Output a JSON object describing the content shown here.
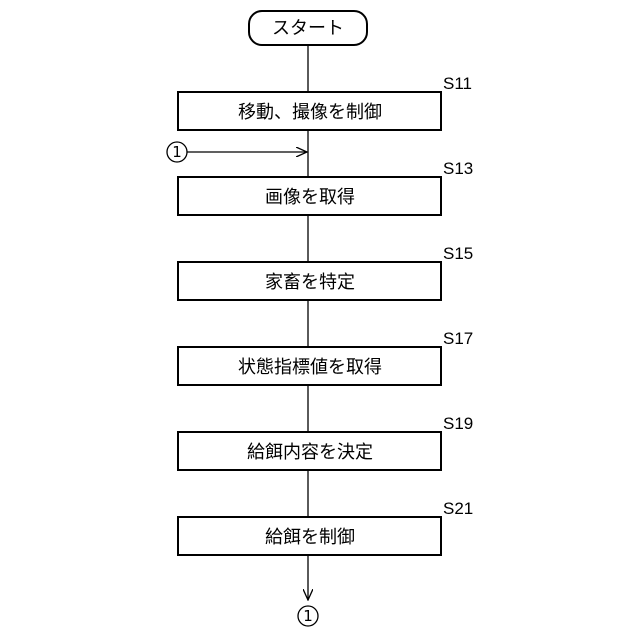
{
  "start": {
    "label": "スタート"
  },
  "steps": [
    {
      "id": "S11",
      "label": "移動、撮像を制御"
    },
    {
      "id": "S13",
      "label": "画像を取得"
    },
    {
      "id": "S15",
      "label": "家畜を特定"
    },
    {
      "id": "S17",
      "label": "状態指標値を取得"
    },
    {
      "id": "S19",
      "label": "給餌内容を決定"
    },
    {
      "id": "S21",
      "label": "給餌を制御"
    }
  ],
  "connector": {
    "label": "1"
  }
}
